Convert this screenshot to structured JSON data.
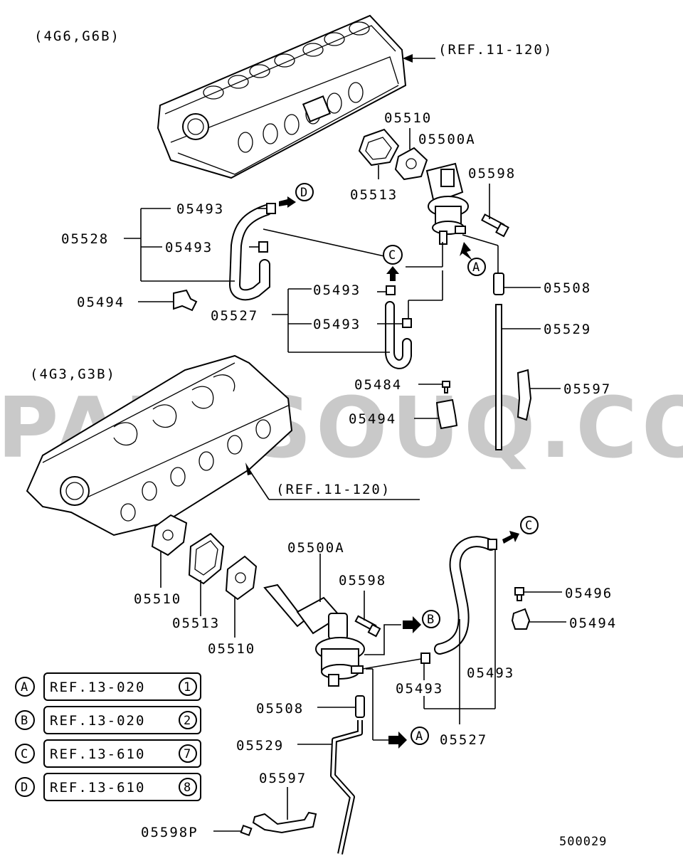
{
  "engine_upper": {
    "variant": "(4G6,G6B)",
    "ref": "(REF.11-120)"
  },
  "engine_lower": {
    "variant": "(4G3,G3B)",
    "ref": "(REF.11-120)"
  },
  "watermark": "PARTSOUQ.COM",
  "diagram_id": "500029",
  "connectors": {
    "A": "A",
    "B": "B",
    "C": "C",
    "D": "D"
  },
  "parts_upper": {
    "p05510": "05510",
    "p05500A": "05500A",
    "p05513": "05513",
    "p05598": "05598",
    "p05493_a": "05493",
    "p05528": "05528",
    "p05493_b": "05493",
    "p05494": "05494",
    "p05493_c": "05493",
    "p05527": "05527",
    "p05493_d": "05493",
    "p05508": "05508",
    "p05529": "05529",
    "p05484": "05484",
    "p05494_b": "05494",
    "p05597": "05597"
  },
  "parts_lower": {
    "p05500A": "05500A",
    "p05598": "05598",
    "p05510_a": "05510",
    "p05513": "05513",
    "p05510_b": "05510",
    "p05496": "05496",
    "p05494": "05494",
    "p05493_a": "05493",
    "p05493_b": "05493",
    "p05508": "05508",
    "p05527": "05527",
    "p05529": "05529",
    "p05597": "05597",
    "p05598P": "05598P"
  },
  "legend": [
    {
      "letter": "A",
      "ref": "REF.13-020",
      "num": "1"
    },
    {
      "letter": "B",
      "ref": "REF.13-020",
      "num": "2"
    },
    {
      "letter": "C",
      "ref": "REF.13-610",
      "num": "7"
    },
    {
      "letter": "D",
      "ref": "REF.13-610",
      "num": "8"
    }
  ]
}
